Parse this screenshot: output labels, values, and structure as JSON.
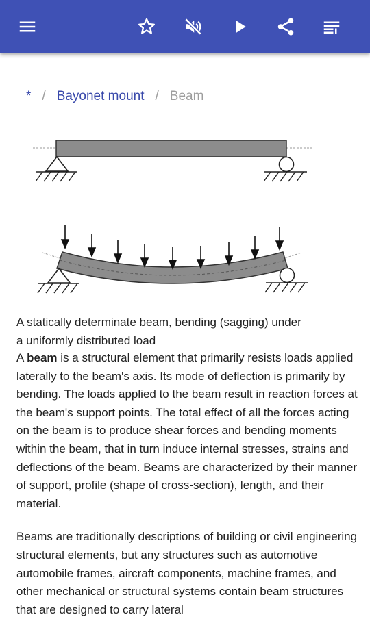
{
  "toolbar": {
    "menu_icon": "hamburger-menu-icon",
    "bookmark_icon": "star-outline-icon",
    "mute_icon": "volume-off-icon",
    "play_icon": "play-icon",
    "share_icon": "share-icon",
    "list_icon": "playlist-icon",
    "accent_color": "#3f51b5"
  },
  "breadcrumb": {
    "root": "*",
    "separator": "/",
    "parent": "Bayonet mount",
    "current": "Beam"
  },
  "figure": {
    "caption_line1": "A statically determinate beam, bending (sagging) under",
    "caption_line2": "a uniformly distributed load"
  },
  "article": {
    "p1_prefix": "A ",
    "p1_bold": "beam",
    "p1_rest": " is a structural element that primarily resists loads applied laterally to the beam's axis. Its mode of deflection is primarily by bending. The loads applied to the beam result in reaction forces at the beam's support points. The total effect of all the forces acting on the beam is to produce shear forces and bending moments within the beam, that in turn induce internal stresses, strains and deflections of the beam. Beams are characterized by their manner of support, profile (shape of cross-section), length, and their material.",
    "p2": "Beams are traditionally descriptions of building or civil engineering structural elements, but any structures such as automotive automobile frames, aircraft components, machine frames, and other mechanical or structural systems contain beam structures that are designed to carry lateral"
  }
}
